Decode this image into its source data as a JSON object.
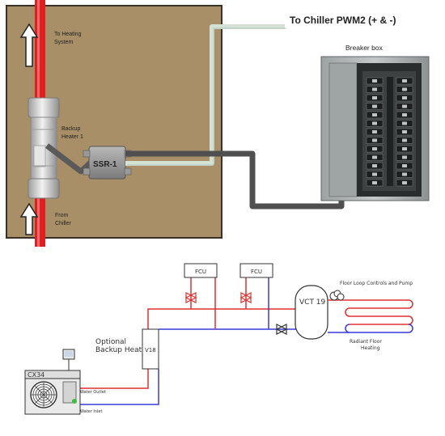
{
  "photo": {
    "labels": {
      "to_heating_system": [
        "To Heating",
        "System"
      ],
      "backup_heater": [
        "Backup",
        "Heater 1"
      ],
      "from_chiller": [
        "From",
        "Chiller"
      ],
      "ssr": "SSR-1",
      "to_chiller_pwm": "To Chiller PWM2 (+ & -)",
      "breaker_box": "Breaker box"
    },
    "colors": {
      "board": "#a98f67",
      "board_border": "#3a3026",
      "hot_pipe": "#e02020",
      "pwm_wire": "#d4e2d6",
      "power_cable": "#4f4f4f",
      "breaker_panel": "#8a8f90"
    }
  },
  "schematic": {
    "labels": {
      "fcu_left": "FCU",
      "fcu_right": "FCU",
      "vct": "VCT 19",
      "floor_loop": "Floor Loop Controls and Pump",
      "radiant_floor": [
        "Radiant Floor",
        "Heating"
      ],
      "optional_backup": [
        "Optional",
        "Backup Heat"
      ],
      "v18": "V18",
      "cx34": "CX34",
      "water_outlet": "Water Outlet",
      "water_inlet": "Water Inlet"
    },
    "colors": {
      "supply_line": "#e03030",
      "return_line": "#3a3ad8",
      "control_line": "#333333",
      "valve": "#e03030"
    }
  }
}
